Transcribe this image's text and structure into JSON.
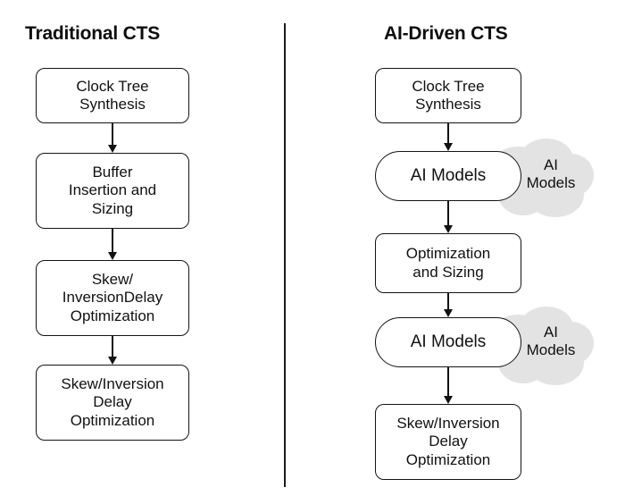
{
  "diagram": {
    "title_left": "Traditional CTS",
    "title_right": "AI-Driven CTS",
    "colors": {
      "background": "#ffffff",
      "stroke": "#141414",
      "text": "#111111",
      "cloud_fill": "#e3e3e3",
      "divider": "#1a1a1a"
    },
    "left_flow": {
      "nodes": [
        {
          "id": "cts",
          "label": "Clock Tree\nSynthesis"
        },
        {
          "id": "buffer",
          "label": "Buffer\nInsertion and\nSizing"
        },
        {
          "id": "skewinv",
          "label": "Skew/\nInversionDelay\nOptimization"
        },
        {
          "id": "skewdelay",
          "label": "Skew/Inversion\nDelay\nOptimization"
        }
      ],
      "arrow_count": 3
    },
    "right_flow": {
      "nodes": [
        {
          "id": "cts",
          "label": "Clock Tree\nSynthesis",
          "shape": "box"
        },
        {
          "id": "ai1",
          "label": "AI Models",
          "shape": "pill"
        },
        {
          "id": "optsize",
          "label": "Optimization\nand Sizing",
          "shape": "box"
        },
        {
          "id": "ai2",
          "label": "AI Models",
          "shape": "pill"
        },
        {
          "id": "skewdelay",
          "label": "Skew/Inversion\nDelay\nOptimization",
          "shape": "box"
        }
      ],
      "arrow_count": 4,
      "clouds": [
        {
          "id": "cloud1",
          "label": "AI\nModels"
        },
        {
          "id": "cloud2",
          "label": "AI\nModels"
        }
      ]
    }
  }
}
